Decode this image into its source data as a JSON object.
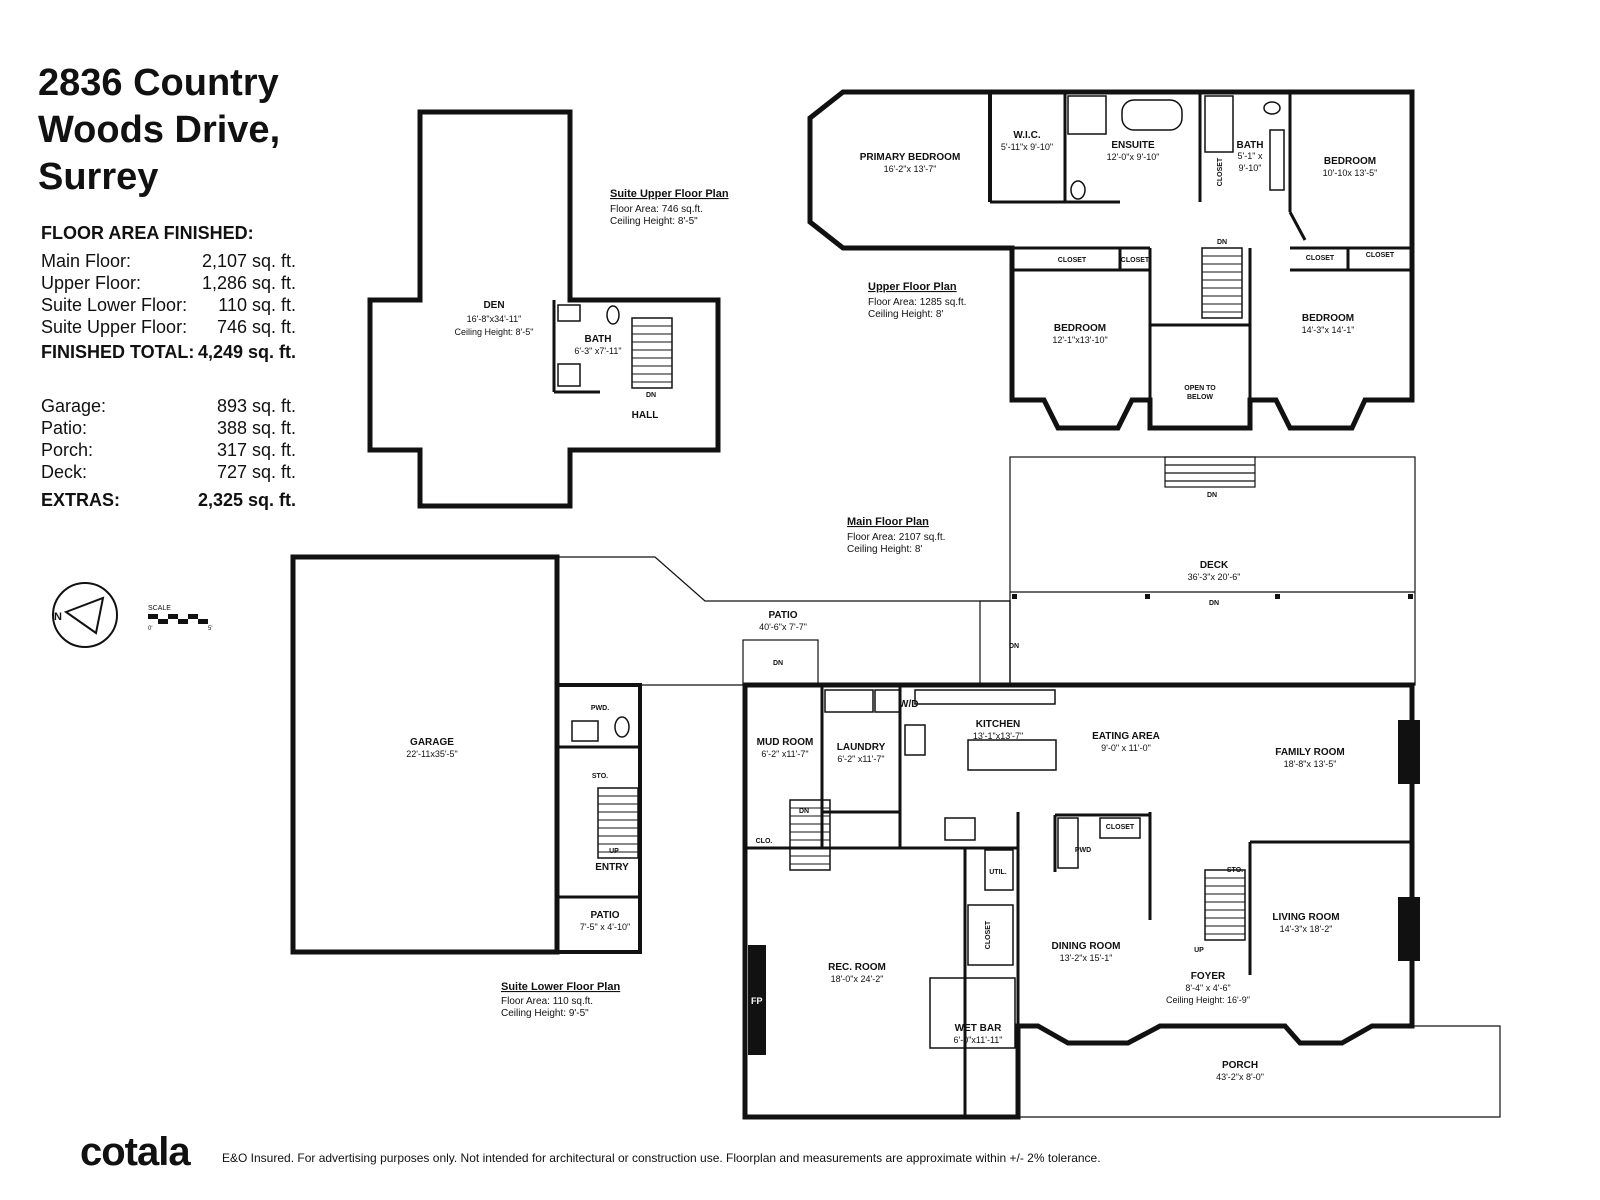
{
  "title": {
    "line1": "2836 Country",
    "line2": "Woods Drive,",
    "line3": "Surrey"
  },
  "floor_area": {
    "heading": "FLOOR AREA FINISHED:",
    "finished": [
      {
        "label": "Main Floor:",
        "value": "2,107 sq. ft."
      },
      {
        "label": "Upper Floor:",
        "value": "1,286 sq. ft."
      },
      {
        "label": "Suite Lower Floor:",
        "value": "110 sq. ft."
      },
      {
        "label": "Suite Upper Floor:",
        "value": "746 sq. ft."
      }
    ],
    "total": {
      "label": "FINISHED TOTAL:",
      "value": "4,249 sq. ft."
    },
    "extras_list": [
      {
        "label": "Garage:",
        "value": "893 sq. ft."
      },
      {
        "label": "Patio:",
        "value": "388 sq. ft."
      },
      {
        "label": "Porch:",
        "value": "317 sq. ft."
      },
      {
        "label": "Deck:",
        "value": "727 sq. ft."
      }
    ],
    "extras_total": {
      "label": "EXTRAS:",
      "value": "2,325 sq. ft."
    }
  },
  "compass": {
    "letter": "N"
  },
  "scale": {
    "label": "SCALE",
    "min": "0'",
    "max": "5'"
  },
  "plans": {
    "suite_upper": {
      "name": "Suite Upper Floor Plan",
      "area": "Floor Area: 746 sq.ft.",
      "ceiling": "Ceiling Height: 8'-5\""
    },
    "upper": {
      "name": "Upper Floor Plan",
      "area": "Floor Area: 1285 sq.ft.",
      "ceiling": "Ceiling Height: 8'"
    },
    "main": {
      "name": "Main Floor Plan",
      "area": "Floor Area: 2107 sq.ft.",
      "ceiling": "Ceiling Height: 8'"
    },
    "suite_lower": {
      "name": "Suite Lower Floor Plan",
      "area": "Floor Area: 110 sq.ft.",
      "ceiling": "Ceiling Height: 9'-5\""
    }
  },
  "rooms": {
    "den": {
      "name": "DEN",
      "dims": "16'-8\"x34'-11\"",
      "extra": "Ceiling Height: 8'-5\""
    },
    "bath_suite": {
      "name": "BATH",
      "dims": "6'-3\" x7'-11\""
    },
    "hall": {
      "name": "HALL"
    },
    "primary_bedroom": {
      "name": "PRIMARY BEDROOM",
      "dims": "16'-2\"x 13'-7\""
    },
    "wic": {
      "name": "W.I.C.",
      "dims": "5'-11\"x 9'-10\""
    },
    "ensuite": {
      "name": "ENSUITE",
      "dims": "12'-0\"x 9'-10\""
    },
    "bath_upper": {
      "name": "BATH",
      "dims": "5'-1\" x",
      "dims2": "9'-10\""
    },
    "bedroom_ne": {
      "name": "BEDROOM",
      "dims": "10'-10x 13'-5\""
    },
    "bedroom_sw": {
      "name": "BEDROOM",
      "dims": "12'-1\"x13'-10\""
    },
    "bedroom_se": {
      "name": "BEDROOM",
      "dims": "14'-3\"x 14'-1\""
    },
    "open_below": {
      "name": "OPEN TO",
      "name2": "BELOW"
    },
    "closet": "CLOSET",
    "deck": {
      "name": "DECK",
      "dims": "36'-3\"x 20'-6\""
    },
    "patio_main": {
      "name": "PATIO",
      "dims": "40'-6\"x 7'-7\""
    },
    "garage": {
      "name": "GARAGE",
      "dims": "22'-11x35'-5\""
    },
    "pwd_suite": {
      "name": "PWD."
    },
    "sto_suite": {
      "name": "STO."
    },
    "entry": {
      "name": "ENTRY"
    },
    "patio_suite": {
      "name": "PATIO",
      "dims": "7'-5\" x 4'-10\""
    },
    "mud_room": {
      "name": "MUD ROOM",
      "dims": "6'-2\" x11'-7\""
    },
    "laundry": {
      "name": "LAUNDRY",
      "dims": "6'-2\" x11'-7\""
    },
    "wd": "W/D",
    "kitchen": {
      "name": "KITCHEN",
      "dims": "13'-1\"x13'-7\""
    },
    "eating_area": {
      "name": "EATING AREA",
      "dims": "9'-0\" x 11'-0\""
    },
    "family_room": {
      "name": "FAMILY ROOM",
      "dims": "18'-8\"x 13'-5\""
    },
    "fp": "FP",
    "clo": "CLO.",
    "util": "UTIL.",
    "pwd_main": "PWD",
    "sto_main": "STO.",
    "living_room": {
      "name": "LIVING ROOM",
      "dims": "14'-3\"x 18'-2\""
    },
    "dining_room": {
      "name": "DINING ROOM",
      "dims": "13'-2\"x 15'-1\""
    },
    "foyer": {
      "name": "FOYER",
      "dims": "8'-4\" x 4'-6\"",
      "extra": "Ceiling Height: 16'-9\""
    },
    "rec_room": {
      "name": "REC. ROOM",
      "dims": "18'-0\"x 24'-2\""
    },
    "wet_bar": {
      "name": "WET BAR",
      "dims": "6'-0\"x11'-11\""
    },
    "porch": {
      "name": "PORCH",
      "dims": "43'-2\"x 8'-0\""
    }
  },
  "markers": {
    "dn": "DN",
    "up": "UP"
  },
  "footer": {
    "logo": "cotala",
    "disclaimer": "E&O Insured. For advertising purposes only. Not intended for architectural or construction use. Floorplan and measurements are approximate within +/- 2% tolerance."
  }
}
